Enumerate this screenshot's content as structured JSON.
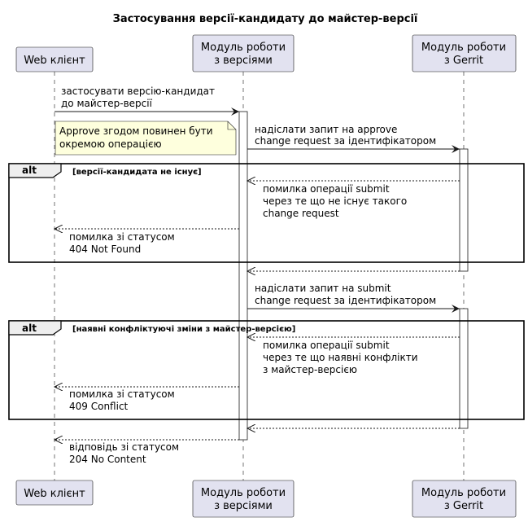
{
  "title": "Застосування версії-кандидату до майстер-версії",
  "participants": [
    {
      "id": "web",
      "lines": [
        "Web клієнт"
      ]
    },
    {
      "id": "versions",
      "lines": [
        "Модуль роботи",
        "з версіями"
      ]
    },
    {
      "id": "gerrit",
      "lines": [
        "Модуль роботи",
        "з Gerrit"
      ]
    }
  ],
  "messages": {
    "apply": [
      "застосувати версію-кандидат",
      "до майстер-версії"
    ],
    "approve": [
      "надіслати запит на approve",
      "change request за ідентифікатором"
    ],
    "submit": [
      "надіслати запит на submit",
      "change request за ідентифікатором"
    ],
    "submit_error_missing": [
      "помилка операції submit",
      "через те що не існує такого",
      "change request"
    ],
    "not_found": [
      "помилка зі статусом",
      "404 Not Found"
    ],
    "submit_error_conflict": [
      "помилка операції submit",
      "через те що наявні конфлікти",
      "з майстер-версією"
    ],
    "conflict": [
      "помилка зі статусом",
      "409 Conflict"
    ],
    "no_content": [
      "відповідь зі статусом",
      "204 No Content"
    ]
  },
  "note": [
    "Approve згодом повинен бути",
    "окремою операцією"
  ],
  "alt_blocks": [
    {
      "keyword": "alt",
      "condition": "[версії-кандидата не існує]"
    },
    {
      "keyword": "alt",
      "condition": "[наявні конфліктуючі зміни з майстер-версією]"
    }
  ]
}
